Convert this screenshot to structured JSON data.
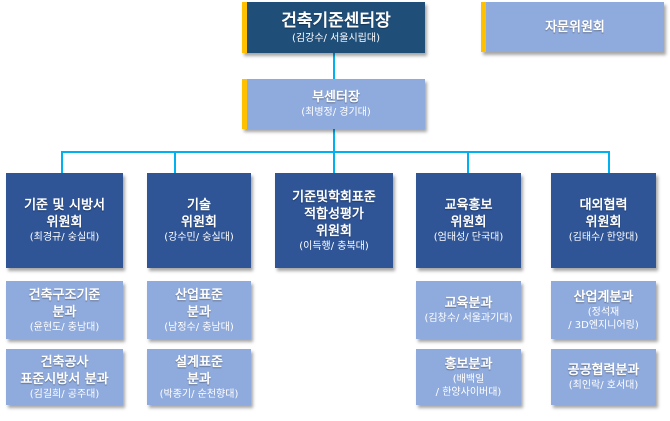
{
  "director": {
    "title": "건축기준센터장",
    "person": "(김강수/ 서울시립대)"
  },
  "advisory": {
    "title": "자문위원회"
  },
  "vice_director": {
    "title": "부센터장",
    "person": "(최병정/ 경기대)"
  },
  "committees": [
    {
      "title": "기준 및 시방서\n위원회",
      "person": "(최경규/ 숭실대)",
      "subdivisions": [
        {
          "title": "건축구조기준\n분과",
          "person": "(윤현도/ 충남대)"
        },
        {
          "title": "건축공사\n표준시방서 분과",
          "person": "(김길희/ 공주대)"
        }
      ]
    },
    {
      "title": "기술\n위원회",
      "person": "(강수민/ 숭실대)",
      "subdivisions": [
        {
          "title": "산업표준\n분과",
          "person": "(남정수/ 충남대)"
        },
        {
          "title": "설계표준\n분과",
          "person": "(박종기/ 순천향대)"
        }
      ]
    },
    {
      "title": "기준및학회표준\n적합성평가\n위원회",
      "person": "(이득행/ 충북대)",
      "subdivisions": []
    },
    {
      "title": "교육홍보\n위원회",
      "person": "(엄태성/ 단국대)",
      "subdivisions": [
        {
          "title": "교육분과",
          "person": "(김창수/ 서울과기대)"
        },
        {
          "title": "홍보분과",
          "person": "(배백일\n/ 한양사이버대)"
        }
      ]
    },
    {
      "title": "대외협력\n위원회",
      "person": "(김태수/ 한양대)",
      "subdivisions": [
        {
          "title": "산업계분과",
          "person": "(정석재\n/ 3D엔지니어링)"
        },
        {
          "title": "공공협력분과",
          "person": "(최인락/ 호서대)"
        }
      ]
    }
  ],
  "colors": {
    "director_bg": "#1f4e79",
    "committee_bg": "#2f5597",
    "subdivision_bg": "#8faadc",
    "accent": "#ffc000",
    "connector": "#00b0f0"
  }
}
